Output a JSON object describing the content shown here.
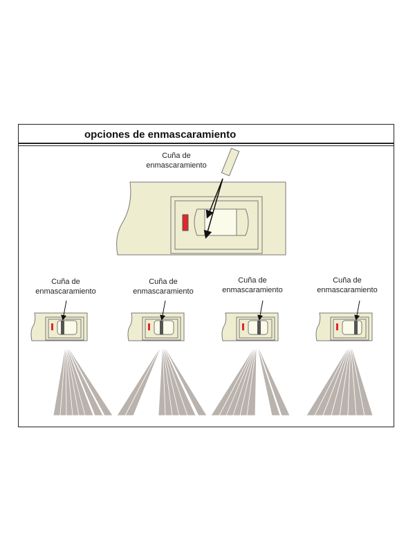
{
  "title": "opciones de enmascaramiento",
  "main_label": {
    "line1": "Cuña de",
    "line2": "enmascaramiento"
  },
  "small_labels": [
    {
      "line1": "Cuña de",
      "line2": "enmascaramiento"
    },
    {
      "line1": "Cuña de",
      "line2": "enmascaramiento"
    },
    {
      "line1": "Cuña de",
      "line2": "enmascaramiento"
    },
    {
      "line1": "Cuña de",
      "line2": "enmascaramiento"
    }
  ],
  "colors": {
    "body": "#efedd0",
    "lens": "#fbfbea",
    "beam": "#bab3ad",
    "indicator": "#e0282a",
    "wedge": "#555555"
  }
}
